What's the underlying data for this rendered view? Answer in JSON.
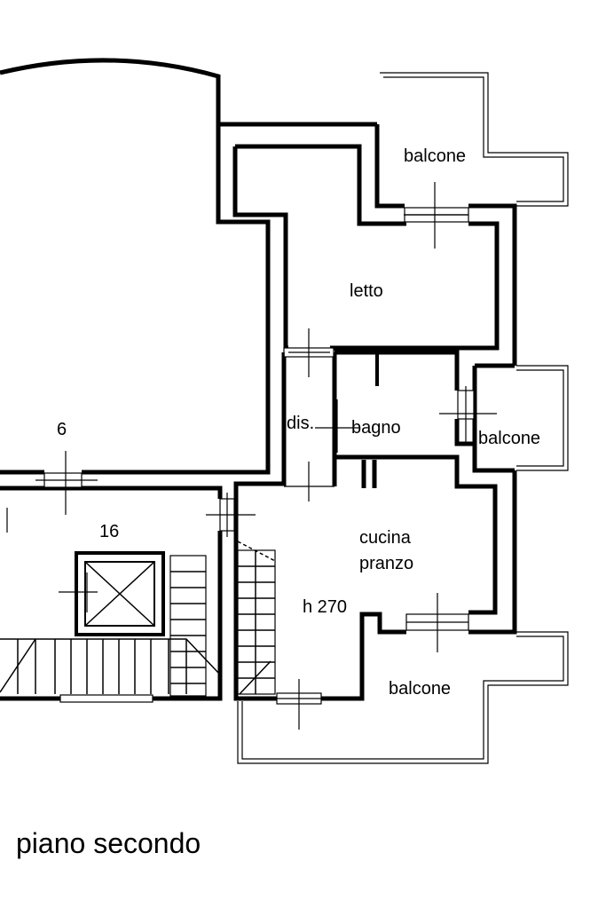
{
  "plan": {
    "title": "piano secondo",
    "rooms": {
      "balcone_top": "balcone",
      "letto": "letto",
      "dis": "dis.",
      "bagno": "bagno",
      "balcone_right": "balcone",
      "cucina": "cucina",
      "pranzo": "pranzo",
      "height": "h 270",
      "balcone_bottom": "balcone",
      "num_6": "6",
      "num_16": "16"
    }
  }
}
